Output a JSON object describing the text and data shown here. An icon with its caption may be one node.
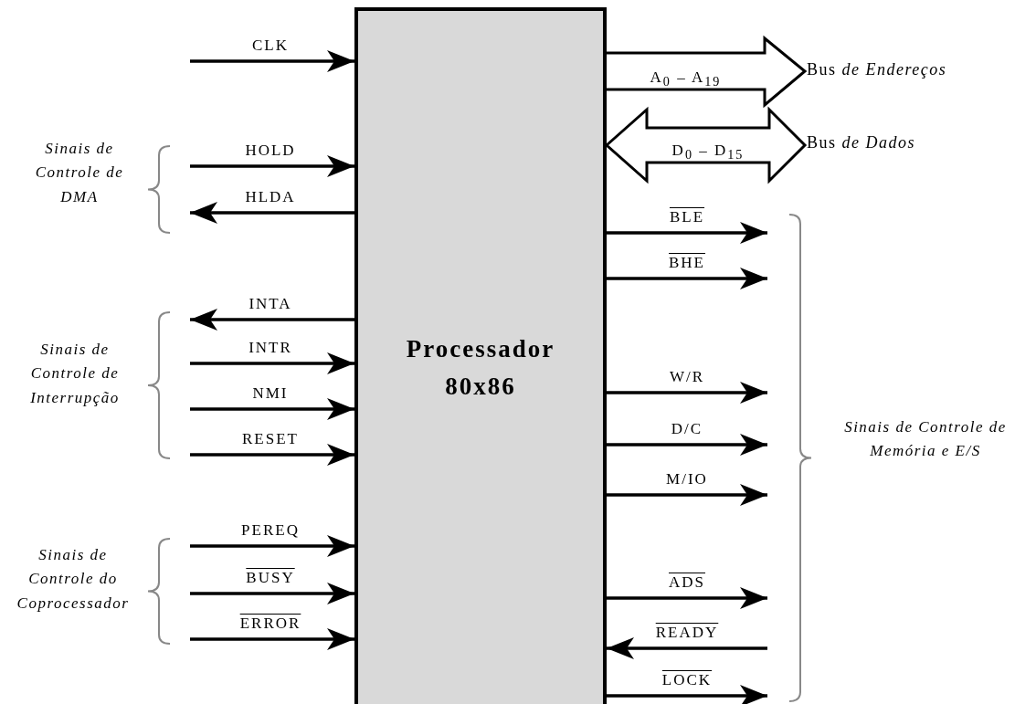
{
  "diagram": {
    "nodes": [
      {
        "text": [
          "Processador 80x86"
        ]
      },
      {
        "text": [
          "Bus *de Endereços*"
        ]
      },
      {
        "text": [
          "Bus *de Dados*"
        ]
      }
    ],
    "edges": [
      {
        "from": 0,
        "to": 1,
        "arrow": "to",
        "label": "A$_{0}$ – A$_{19}$",
        "style": "thick"
      },
      {
        "from": 0,
        "to": 2,
        "arrow": "both",
        "label": "D$_{0}$ – D$_{15}$",
        "style": "thick"
      },
      {
        "from": null,
        "to": 0,
        "arrow": "to",
        "label": "CLK"
      },
      {
        "from": null,
        "to": 0,
        "arrow": "to",
        "label": "HOLD"
      },
      {
        "from": 0,
        "to": null,
        "arrow": "to",
        "label": "HLDA"
      },
      {
        "from": 0,
        "to": null,
        "arrow": "to",
        "label": "INTA"
      },
      {
        "from": null,
        "to": 0,
        "arrow": "to",
        "label": "INTR"
      },
      {
        "from": null,
        "to": 0,
        "arrow": "to",
        "label": "NMI"
      },
      {
        "from": null,
        "to": 0,
        "arrow": "to",
        "label": "RESET"
      },
      {
        "from": null,
        "to": 0,
        "arrow": "to",
        "label": "PEREQ"
      },
      {
        "from": null,
        "to": 0,
        "arrow": "to",
        "label": "BUSY"
      },
      {
        "from": null,
        "to": 0,
        "arrow": "to",
        "label": "ERROR"
      },
      {
        "from": 0,
        "to": null,
        "arrow": "to",
        "label": "BLE"
      },
      {
        "from": 0,
        "to": null,
        "arrow": "to",
        "label": "BHE"
      },
      {
        "from": 0,
        "to": null,
        "arrow": "to",
        "label": "W/R"
      },
      {
        "from": 0,
        "to": null,
        "arrow": "to",
        "label": "D/C"
      },
      {
        "from": 0,
        "to": null,
        "arrow": "to",
        "label": "M/IO"
      },
      {
        "from": 0,
        "to": null,
        "arrow": "to",
        "label": "ADS"
      },
      {
        "from": null,
        "to": 0,
        "arrow": "to",
        "label": "READY"
      },
      {
        "from": 0,
        "to": null,
        "arrow": "to",
        "label": "LOCK"
      }
    ],
    "labels": [
      "Sinais de Controle de DMA",
      "Sinais de Controle de Interrupção",
      "Sinais de Controle do Coprocessador",
      "Sinais de Controle de Memória e E/S"
    ]
  }
}
